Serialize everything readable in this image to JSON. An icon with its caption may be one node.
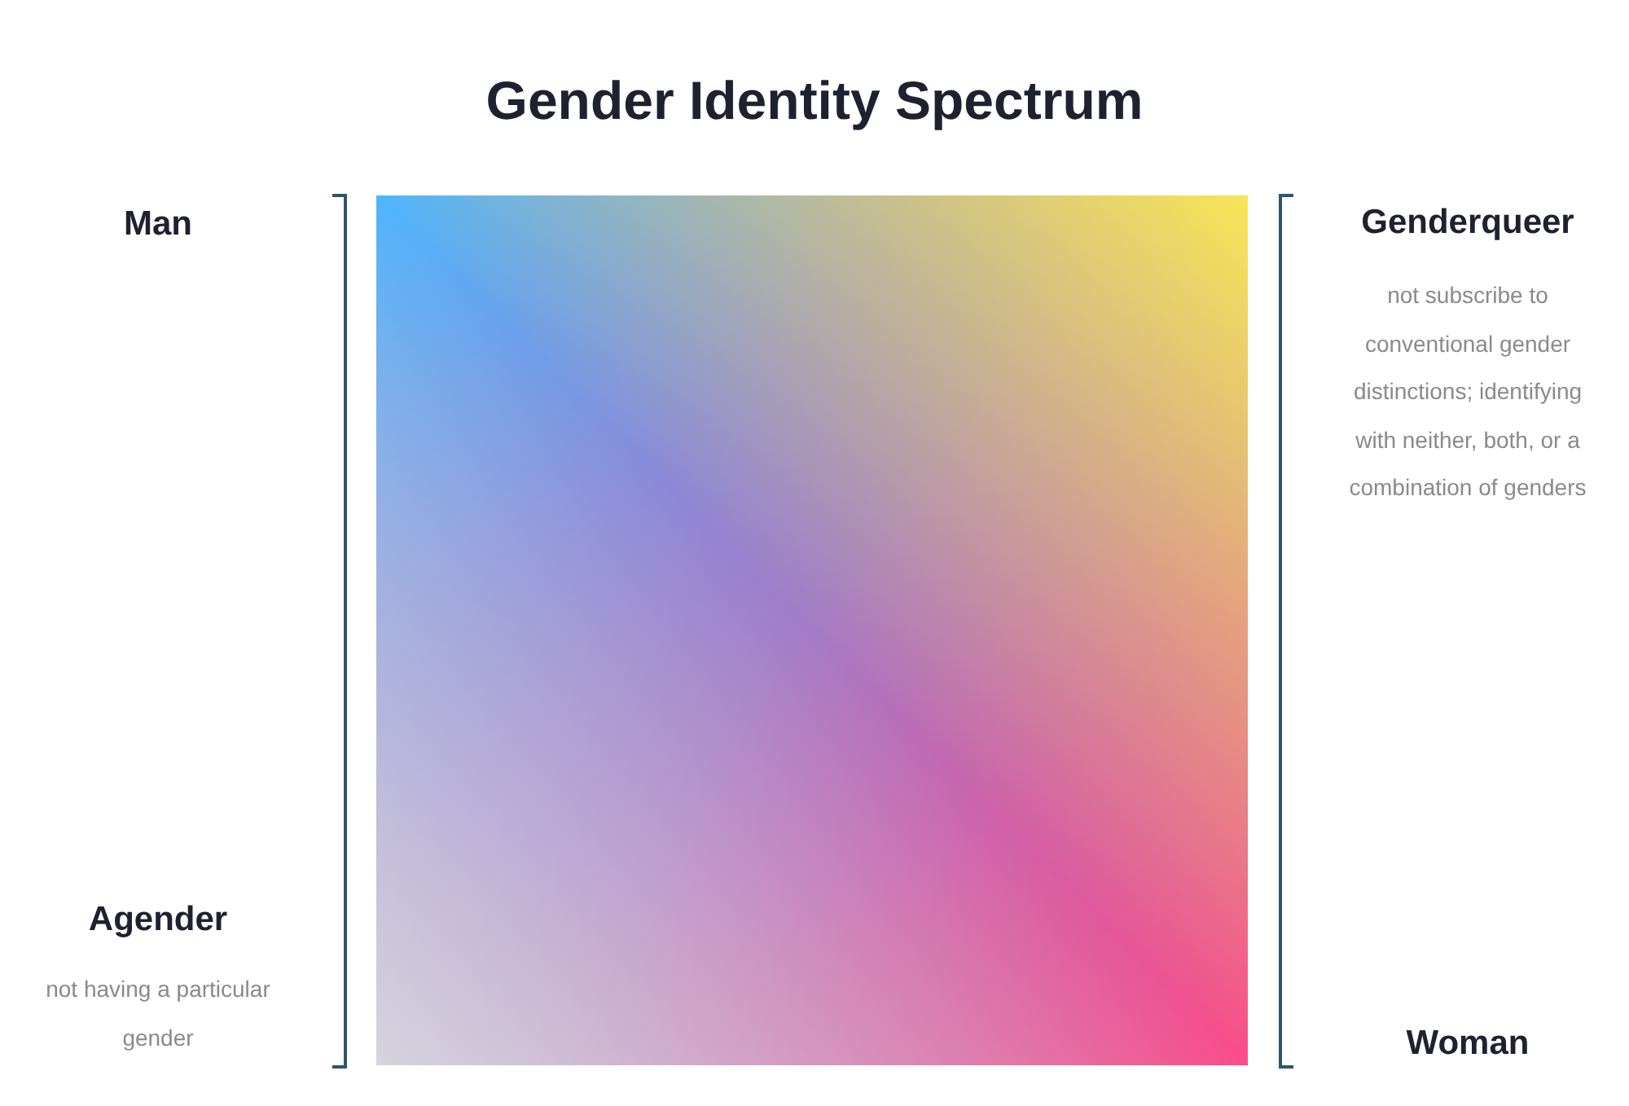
{
  "diagram": {
    "title": "Gender Identity Spectrum",
    "labels": [
      "Man",
      "Genderqueer",
      "not subscribe to conventional gender distinctions; identifying with neither, both, or a combination of genders",
      "Agender",
      "not having a particular gender",
      "Woman"
    ]
  }
}
